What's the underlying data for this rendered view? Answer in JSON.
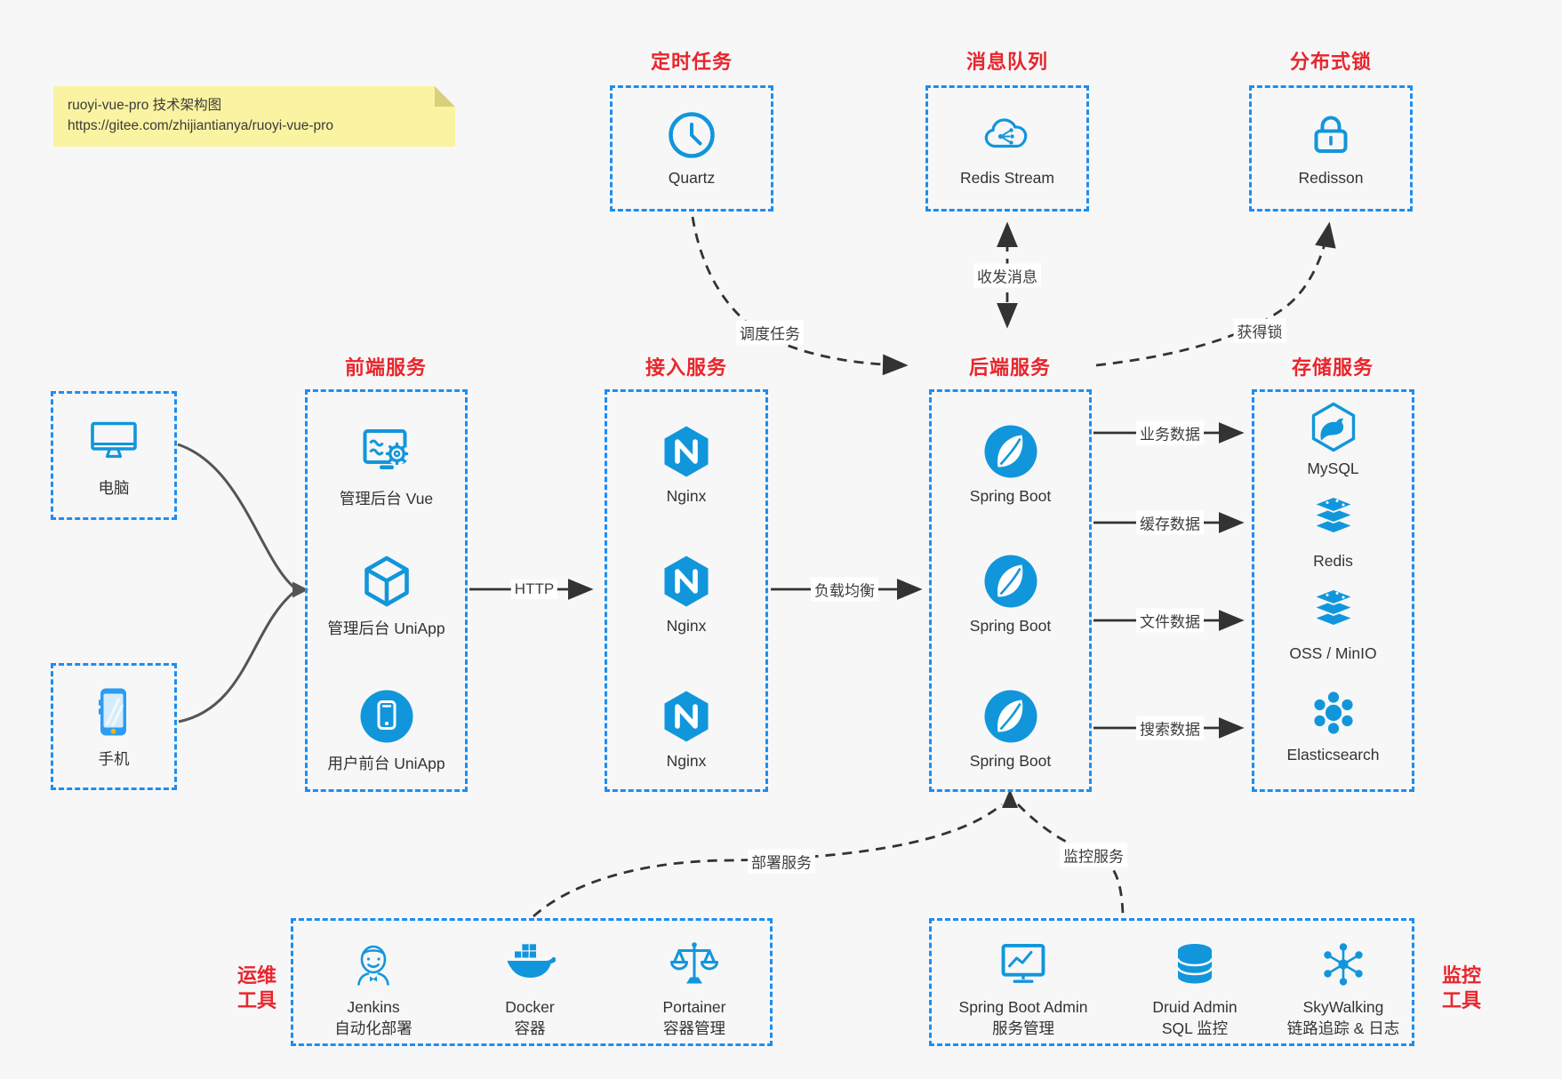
{
  "colors": {
    "accent_blue": "#1296db",
    "border_blue": "#1b8ef2",
    "title_red": "#e8262d",
    "note_bg": "#faf3a1",
    "arrow_dark": "#333333",
    "canvas_bg": "#f7f7f8"
  },
  "note": {
    "line1": "ruoyi-vue-pro 技术架构图",
    "line2": "https://gitee.com/zhijiantianya/ruoyi-vue-pro"
  },
  "top_groups": [
    {
      "title": "定时任务",
      "item": {
        "icon": "clock-icon",
        "label": "Quartz"
      }
    },
    {
      "title": "消息队列",
      "item": {
        "icon": "cloud-queue-icon",
        "label": "Redis Stream"
      }
    },
    {
      "title": "分布式锁",
      "item": {
        "icon": "lock-icon",
        "label": "Redisson"
      }
    }
  ],
  "clients": [
    {
      "icon": "desktop-icon",
      "label": "电脑"
    },
    {
      "icon": "smartphone-icon",
      "label": "手机"
    }
  ],
  "columns": {
    "frontend": {
      "title": "前端服务",
      "items": [
        {
          "icon": "admin-vue-icon",
          "label": "管理后台 Vue"
        },
        {
          "icon": "uniapp-cube-icon",
          "label": "管理后台 UniApp"
        },
        {
          "icon": "user-app-icon",
          "label": "用户前台 UniApp"
        }
      ]
    },
    "gateway": {
      "title": "接入服务",
      "items": [
        {
          "icon": "nginx-icon",
          "label": "Nginx"
        },
        {
          "icon": "nginx-icon",
          "label": "Nginx"
        },
        {
          "icon": "nginx-icon",
          "label": "Nginx"
        }
      ]
    },
    "backend": {
      "title": "后端服务",
      "items": [
        {
          "icon": "spring-boot-icon",
          "label": "Spring Boot"
        },
        {
          "icon": "spring-boot-icon",
          "label": "Spring Boot"
        },
        {
          "icon": "spring-boot-icon",
          "label": "Spring Boot"
        }
      ]
    },
    "storage": {
      "title": "存储服务",
      "items": [
        {
          "icon": "mysql-icon",
          "label": "MySQL"
        },
        {
          "icon": "redis-stack-icon",
          "label": "Redis"
        },
        {
          "icon": "oss-stack-icon",
          "label": "OSS / MinIO"
        },
        {
          "icon": "elasticsearch-icon",
          "label": "Elasticsearch"
        }
      ]
    }
  },
  "edges": {
    "http": "HTTP",
    "load_balance": "负载均衡",
    "schedule": "调度任务",
    "message": "收发消息",
    "lock": "获得锁",
    "biz": "业务数据",
    "cache": "缓存数据",
    "file": "文件数据",
    "search": "搜索数据",
    "deploy": "部署服务",
    "monitor": "监控服务"
  },
  "ops": {
    "title_lines": [
      "运维",
      "工具"
    ],
    "items": [
      {
        "icon": "jenkins-icon",
        "name": "Jenkins",
        "desc": "自动化部署"
      },
      {
        "icon": "docker-icon",
        "name": "Docker",
        "desc": "容器"
      },
      {
        "icon": "portainer-icon",
        "name": "Portainer",
        "desc": "容器管理"
      }
    ]
  },
  "monitoring": {
    "title_lines": [
      "监控",
      "工具"
    ],
    "items": [
      {
        "icon": "spring-admin-icon",
        "name": "Spring Boot Admin",
        "desc": "服务管理"
      },
      {
        "icon": "druid-db-icon",
        "name": "Druid Admin",
        "desc": "SQL 监控"
      },
      {
        "icon": "skywalking-icon",
        "name": "SkyWalking",
        "desc": "链路追踪 & 日志"
      }
    ]
  }
}
